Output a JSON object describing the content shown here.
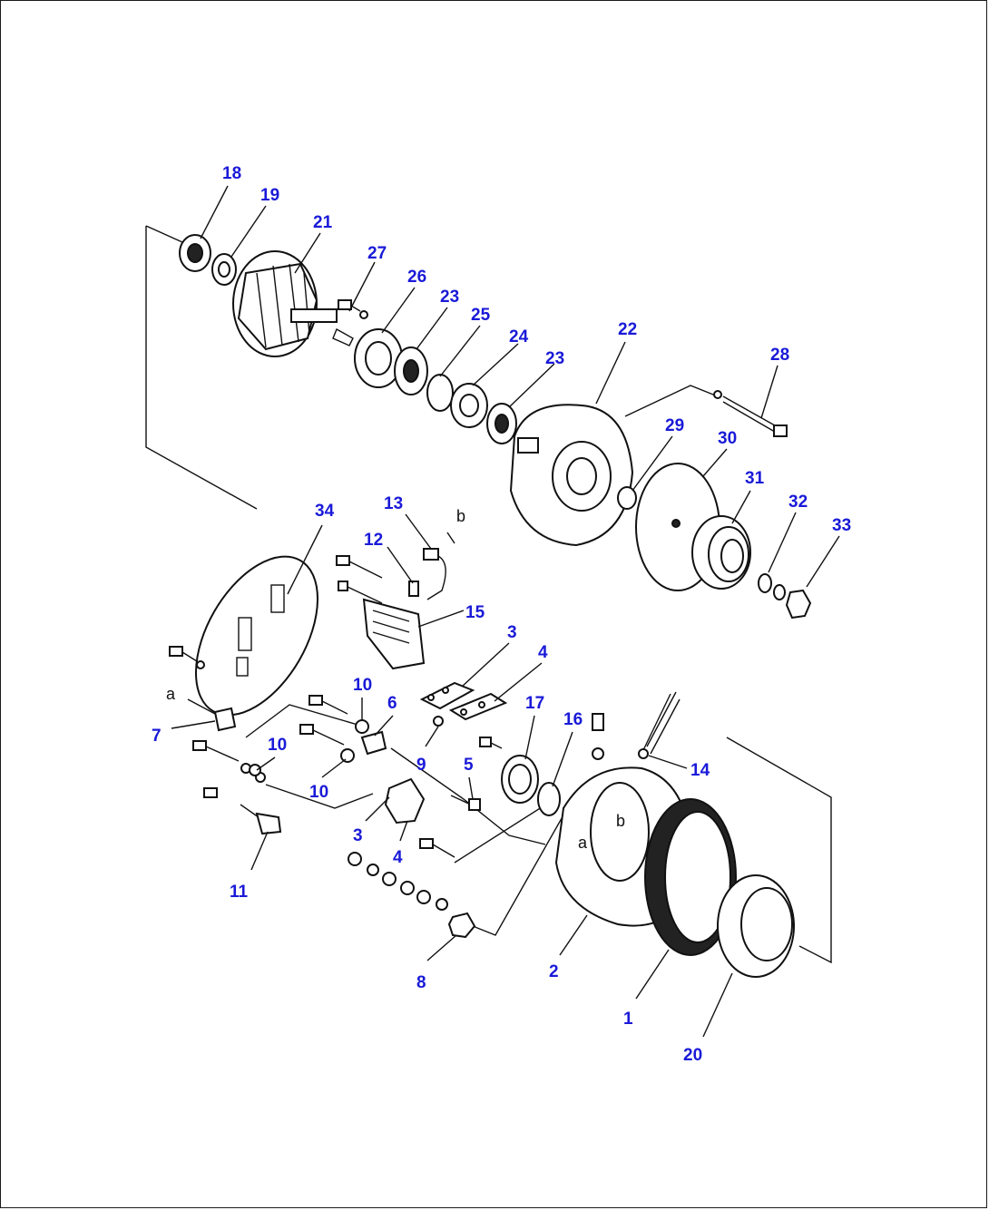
{
  "diagram": {
    "callouts": [
      {
        "id": "c18",
        "text": "18"
      },
      {
        "id": "c19",
        "text": "19"
      },
      {
        "id": "c21",
        "text": "21"
      },
      {
        "id": "c27",
        "text": "27"
      },
      {
        "id": "c26",
        "text": "26"
      },
      {
        "id": "c23a",
        "text": "23"
      },
      {
        "id": "c25",
        "text": "25"
      },
      {
        "id": "c24",
        "text": "24"
      },
      {
        "id": "c23b",
        "text": "23"
      },
      {
        "id": "c22",
        "text": "22"
      },
      {
        "id": "c28",
        "text": "28"
      },
      {
        "id": "c29",
        "text": "29"
      },
      {
        "id": "c30",
        "text": "30"
      },
      {
        "id": "c31",
        "text": "31"
      },
      {
        "id": "c32",
        "text": "32"
      },
      {
        "id": "c33",
        "text": "33"
      },
      {
        "id": "c34",
        "text": "34"
      },
      {
        "id": "c13",
        "text": "13"
      },
      {
        "id": "c12",
        "text": "12"
      },
      {
        "id": "c15",
        "text": "15"
      },
      {
        "id": "c3a",
        "text": "3"
      },
      {
        "id": "c4a",
        "text": "4"
      },
      {
        "id": "c10a",
        "text": "10"
      },
      {
        "id": "c6",
        "text": "6"
      },
      {
        "id": "c17",
        "text": "17"
      },
      {
        "id": "c16",
        "text": "16"
      },
      {
        "id": "c7",
        "text": "7"
      },
      {
        "id": "c10b",
        "text": "10"
      },
      {
        "id": "c9",
        "text": "9"
      },
      {
        "id": "c5",
        "text": "5"
      },
      {
        "id": "c14",
        "text": "14"
      },
      {
        "id": "c10c",
        "text": "10"
      },
      {
        "id": "c3b",
        "text": "3"
      },
      {
        "id": "c4b",
        "text": "4"
      },
      {
        "id": "c11",
        "text": "11"
      },
      {
        "id": "c8",
        "text": "8"
      },
      {
        "id": "c2",
        "text": "2"
      },
      {
        "id": "c1",
        "text": "1"
      },
      {
        "id": "c20",
        "text": "20"
      }
    ],
    "wire_labels": [
      {
        "id": "wa1",
        "text": "a"
      },
      {
        "id": "wb1",
        "text": "b"
      },
      {
        "id": "wa2",
        "text": "a"
      },
      {
        "id": "wb2",
        "text": "b"
      }
    ],
    "colors": {
      "callout": "#1a1ad8",
      "line": "#111111"
    }
  }
}
